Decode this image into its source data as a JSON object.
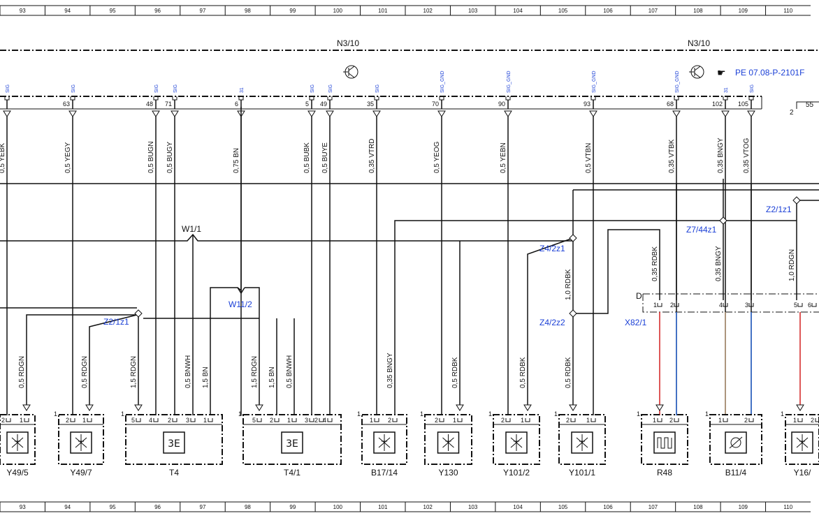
{
  "ruler_cols": [
    "93",
    "94",
    "95",
    "96",
    "97",
    "98",
    "99",
    "100",
    "101",
    "102",
    "103",
    "104",
    "105",
    "106",
    "107",
    "108",
    "109",
    "110"
  ],
  "unit_labels": {
    "left": "N3/10",
    "right": "N3/10"
  },
  "reference": "PE 07.08-P-2101F",
  "connector_labels": {
    "left_mark": "2",
    "d_conn": "D",
    "pin55": "55"
  },
  "pins": [
    {
      "num": "",
      "sig": "SIG",
      "wire": "0,5 YEBK"
    },
    {
      "num": "63",
      "sig": "SIG",
      "wire": "0,5 YEGY"
    },
    {
      "num": "48",
      "sig": "SIG",
      "wire": "0,5 BUGN"
    },
    {
      "num": "71",
      "sig": "SIG",
      "wire": "0,5 BUGY"
    },
    {
      "num": "6",
      "sig": "31",
      "wire": "0,75 BN"
    },
    {
      "num": "5",
      "sig": "SIG",
      "wire": "0,5 BUBK"
    },
    {
      "num": "49",
      "sig": "SIG",
      "wire": "0,5 BUYE"
    },
    {
      "num": "35",
      "sig": "SIG",
      "wire": "0,35 VTRD"
    },
    {
      "num": "70",
      "sig": "SIG_GND",
      "wire": "0,5 YEOG"
    },
    {
      "num": "90",
      "sig": "SIG_GND",
      "wire": "0,5 YEBN"
    },
    {
      "num": "93",
      "sig": "SIG_GND",
      "wire": "0,5 VTBN"
    },
    {
      "num": "68",
      "sig": "SIG_GND",
      "wire": "0,35 VTBK"
    },
    {
      "num": "102",
      "sig": "31",
      "wire": "0,35 BNGY"
    },
    {
      "num": "105",
      "sig": "SIG",
      "wire": "0,35 VTOG"
    }
  ],
  "splices": [
    "W1/1",
    "W11/2",
    "Z2/1z1",
    "Z7/44z1",
    "Z2/1z1",
    "Z4/2z1",
    "Z4/2z2",
    "X82/1"
  ],
  "mid_wires": [
    "0,35 RDBK",
    "0,35 BNGY",
    "1,0 RDGN",
    "1,0 RDBK"
  ],
  "lower_wires": [
    "0,5 RDGN",
    "0,5 RDGN",
    "1,5 RDGN",
    "0,5 BNWH",
    "1,5 BN",
    "1,5 RDGN",
    "1,5 BN",
    "0,5 BNWH",
    "0,35 BNGY",
    "0,5 RDBK",
    "0,5 RDBK",
    "0,5 RDBK"
  ],
  "components": [
    {
      "name": "Y49/5",
      "pins": [
        "2",
        "1"
      ]
    },
    {
      "name": "Y49/7",
      "pins": [
        "2",
        "1"
      ],
      "mark": "1"
    },
    {
      "name": "T4",
      "pins": [
        "5",
        "4",
        "2",
        "3",
        "1"
      ],
      "mark": "1"
    },
    {
      "name": "T4/1",
      "pins": [
        "5",
        "2",
        "1",
        "3",
        "4",
        "2"
      ],
      "mark": "1"
    },
    {
      "name": "B17/14",
      "pins": [
        "1",
        "2"
      ],
      "mark": "1"
    },
    {
      "name": "Y130",
      "pins": [
        "2",
        "1"
      ],
      "mark": "1"
    },
    {
      "name": "Y101/2",
      "pins": [
        "2",
        "1"
      ],
      "mark": "1"
    },
    {
      "name": "Y101/1",
      "pins": [
        "2",
        "1"
      ],
      "mark": "1"
    },
    {
      "name": "R48",
      "pins": [
        "1",
        "2"
      ],
      "mark": "1"
    },
    {
      "name": "B11/4",
      "pins": [
        "1",
        "2"
      ],
      "mark": "1"
    },
    {
      "name": "Y16/",
      "pins": [
        "1",
        "2"
      ],
      "mark": "1"
    }
  ],
  "x82_pins": [
    "1",
    "2",
    "4",
    "3",
    "5",
    "6"
  ],
  "colors": {
    "wire_red": "#d42020",
    "wire_blue": "#2f6bd8",
    "wire_tan": "#b99a7a",
    "label_blue": "#1a3fd6"
  }
}
